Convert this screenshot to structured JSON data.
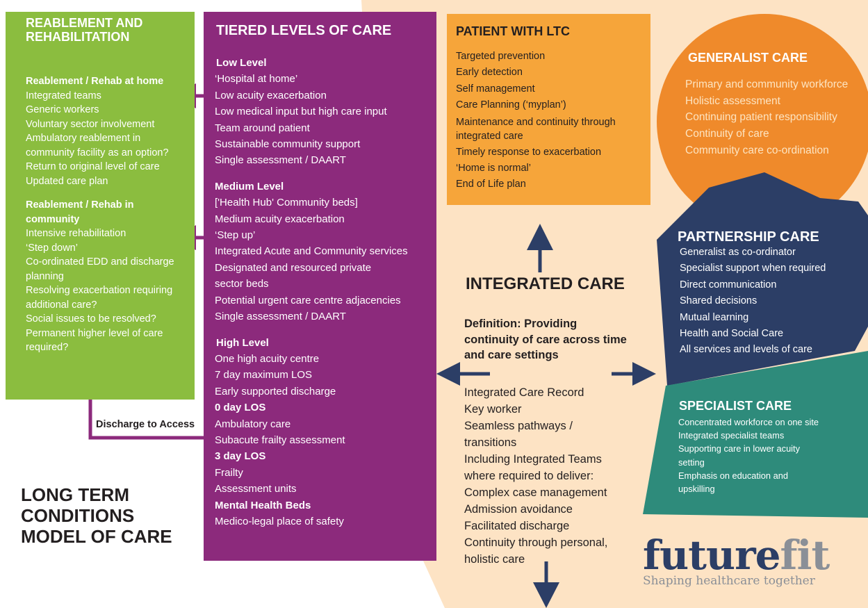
{
  "colors": {
    "green": "#8bbd3f",
    "purple": "#8c2a7c",
    "orange_box": "#f6a53a",
    "generalist_circle": "#ef8a2b",
    "partnership": "#2c3e66",
    "specialist": "#2e8b7b",
    "background_peach": "#fde3c4",
    "arrow_navy": "#2c3e66",
    "arrow_purple": "#8c2a7c"
  },
  "reablement": {
    "title_line1": "REABLEMENT AND",
    "title_line2": "REHABILITATION",
    "home_heading": "Reablement / Rehab at home",
    "home_items": [
      "Integrated teams",
      "Generic workers",
      "Voluntary sector involvement",
      "Ambulatory reablement in community facility as an option?",
      "Return to original level of care",
      "Updated care plan"
    ],
    "community_heading": "Reablement / Rehab  in community",
    "community_items": [
      "Intensive rehabilitation",
      "‘Step down’",
      "Co-ordinated EDD and discharge planning",
      "Resolving exacerbation requiring additional care?",
      "Social issues to be resolved?",
      "Permanent higher level of care required?"
    ]
  },
  "tiered": {
    "title": "TIERED LEVELS OF CARE",
    "low_heading": "Low Level",
    "low_items": [
      "‘Hospital at home’",
      "Low acuity exacerbation",
      "Low medical input but high care input",
      "Team around patient",
      "Sustainable community support",
      "Single assessment / DAART"
    ],
    "medium_heading": "Medium Level",
    "medium_items": [
      " ['Health Hub' Community beds]",
      "Medium acuity exacerbation",
      "‘Step up’",
      "Integrated Acute and Community services",
      "Designated and resourced private sector beds",
      "Potential urgent care centre adjacencies",
      "Single assessment / DAART"
    ],
    "high_heading": "High Level",
    "high_items": [
      "One high acuity centre",
      "7 day maximum LOS",
      "Early supported discharge"
    ],
    "zero_day_heading": "0 day LOS",
    "zero_day_items": [
      "Ambulatory care",
      "Subacute frailty assessment"
    ],
    "three_day_heading": "3 day LOS",
    "three_day_items": [
      "Frailty",
      "Assessment units"
    ],
    "mental_heading": "Mental Health Beds",
    "mental_items": [
      "Medico-legal place of safety"
    ]
  },
  "patient": {
    "title": "PATIENT WITH LTC",
    "items": [
      "Targeted prevention",
      "Early detection",
      "Self  management",
      "Care Planning  (‘myplan’)",
      "Maintenance  and continuity through integrated care",
      "Timely response to exacerbation",
      "‘Home is normal’",
      "End of Life plan"
    ]
  },
  "integrated": {
    "title": "INTEGRATED CARE",
    "definition": "Definition: Providing continuity of care across time and care settings",
    "items": [
      "Integrated Care Record",
      "Key worker",
      "Seamless pathways / transitions",
      "Including Integrated Teams where required to deliver:",
      "Complex case management",
      "Admission avoidance",
      "Facilitated discharge",
      "Continuity through personal, holistic care"
    ]
  },
  "generalist": {
    "title": "GENERALIST CARE",
    "items": [
      "Primary and community workforce",
      "Holistic assessment",
      "Continuing  patient responsibility",
      "Continuity of care",
      "Community care co-ordination"
    ]
  },
  "partnership": {
    "title": "PARTNERSHIP  CARE",
    "items": [
      "Generalist as co-ordinator",
      "Specialist support when required",
      "Direct communication",
      "Shared decisions",
      "Mutual learning",
      "Health and Social Care",
      "All services and levels of care"
    ]
  },
  "specialist": {
    "title": "SPECIALIST CARE",
    "items": [
      "Concentrated workforce on one site",
      "Integrated specialist teams",
      "Supporting care in lower acuity setting",
      "Emphasis on education and upskilling"
    ]
  },
  "discharge_label": "Discharge to Access",
  "model_title": [
    "LONG TERM",
    "CONDITIONS",
    "MODEL OF CARE"
  ],
  "logo": {
    "part1": "future",
    "part2": "fit",
    "tagline": "Shaping healthcare together"
  }
}
